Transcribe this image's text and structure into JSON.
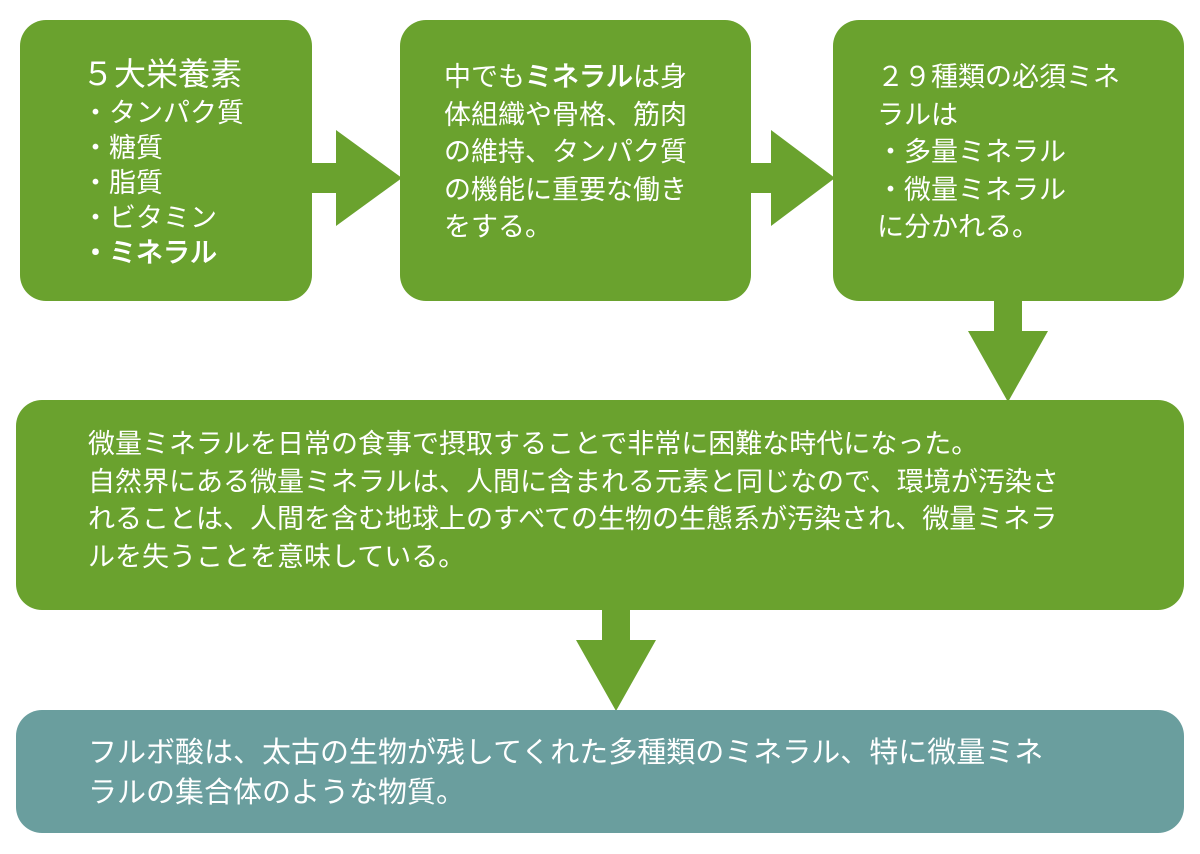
{
  "colors": {
    "box_green": "#6aa22e",
    "box_teal": "#6a9e9e",
    "arrow": "#6aa22e",
    "text": "#ffffff"
  },
  "box1": {
    "title": "５大栄養素",
    "items": [
      "・タンパク質",
      "・糖質",
      "・脂質",
      "・ビタミン",
      "・ミネラル"
    ]
  },
  "box2": {
    "line1_pre": "中でも",
    "line1_bold": "ミネラル",
    "line1_post": "は身",
    "lines": [
      "体組織や骨格、筋肉",
      "の維持、タンパク質",
      "の機能に重要な働き",
      "をする。"
    ]
  },
  "box3": {
    "lines": [
      "２９種類の必須ミネ",
      "ラルは",
      "・多量ミネラル",
      "・微量ミネラル",
      "に分かれる。"
    ]
  },
  "box4": {
    "lines": [
      "微量ミネラルを日常の食事で摂取することで非常に困難な時代になった。",
      "自然界にある微量ミネラルは、人間に含まれる元素と同じなので、環境が汚染さ",
      "れることは、人間を含む地球上のすべての生物の生態系が汚染され、微量ミネラ",
      "ルを失うことを意味している。"
    ]
  },
  "box5": {
    "lines": [
      "フルボ酸は、太古の生物が残してくれた多種類のミネラル、特に微量ミネ",
      "ラルの集合体のような物質。"
    ]
  }
}
